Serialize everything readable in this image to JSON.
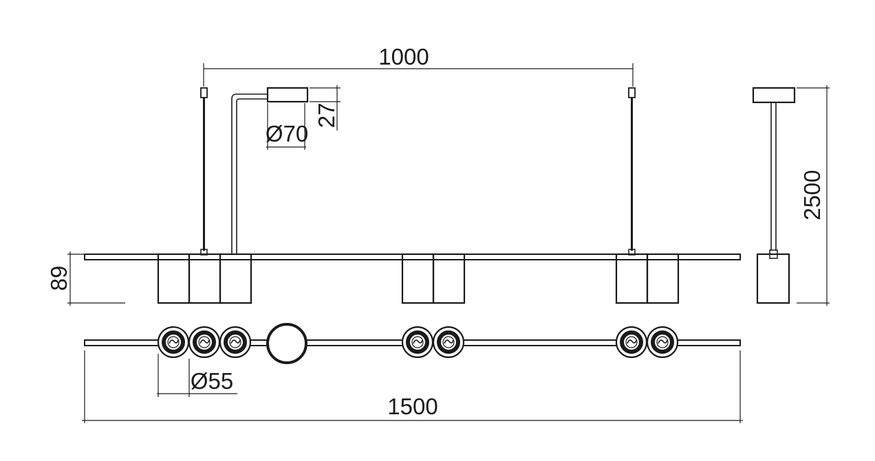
{
  "dimensions": {
    "spacing": "1000",
    "canopy_diameter": "Ø70",
    "canopy_height": "27",
    "height": "89",
    "cable_length": "2500",
    "spot_diameter": "Ø55",
    "length": "1500"
  },
  "colors": {
    "line": "#1a1a1a",
    "background": "#ffffff"
  }
}
